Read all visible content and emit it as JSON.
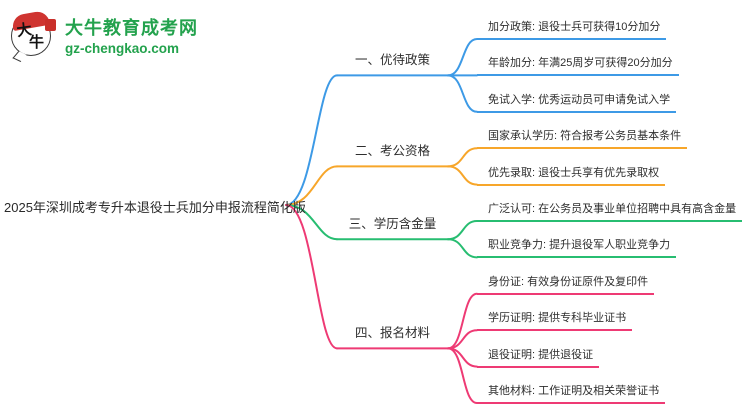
{
  "brand": {
    "name": "大牛教育成考网",
    "domain": "gz-chengkao.com",
    "logo_mark_text_top": "大",
    "logo_mark_text_bottom": "牛",
    "colors": {
      "brand_green": "#23a24d",
      "logo_red": "#cf3430"
    }
  },
  "mindmap": {
    "root": {
      "title": "2025年深圳成考专升本退役士兵加分申报流程简化版"
    },
    "branches": [
      {
        "label": "一、优待政策",
        "color": "#3d9ae6",
        "leaves": [
          {
            "text": "加分政策: 退役士兵可获得10分加分"
          },
          {
            "text": "年龄加分: 年满25周岁可获得20分加分"
          },
          {
            "text": "免试入学: 优秀运动员可申请免试入学"
          }
        ]
      },
      {
        "label": "二、考公资格",
        "color": "#f7a62a",
        "leaves": [
          {
            "text": "国家承认学历: 符合报考公务员基本条件"
          },
          {
            "text": "优先录取: 退役士兵享有优先录取权"
          }
        ]
      },
      {
        "label": "三、学历含金量",
        "color": "#27bd71",
        "leaves": [
          {
            "text": "广泛认可: 在公务员及事业单位招聘中具有高含金量"
          },
          {
            "text": "职业竞争力: 提升退役军人职业竞争力"
          }
        ]
      },
      {
        "label": "四、报名材料",
        "color": "#ee3a74",
        "leaves": [
          {
            "text": "身份证: 有效身份证原件及复印件"
          },
          {
            "text": "学历证明: 提供专科毕业证书"
          },
          {
            "text": "退役证明: 提供退役证"
          },
          {
            "text": "其他材料: 工作证明及相关荣誉证书"
          }
        ]
      }
    ]
  }
}
